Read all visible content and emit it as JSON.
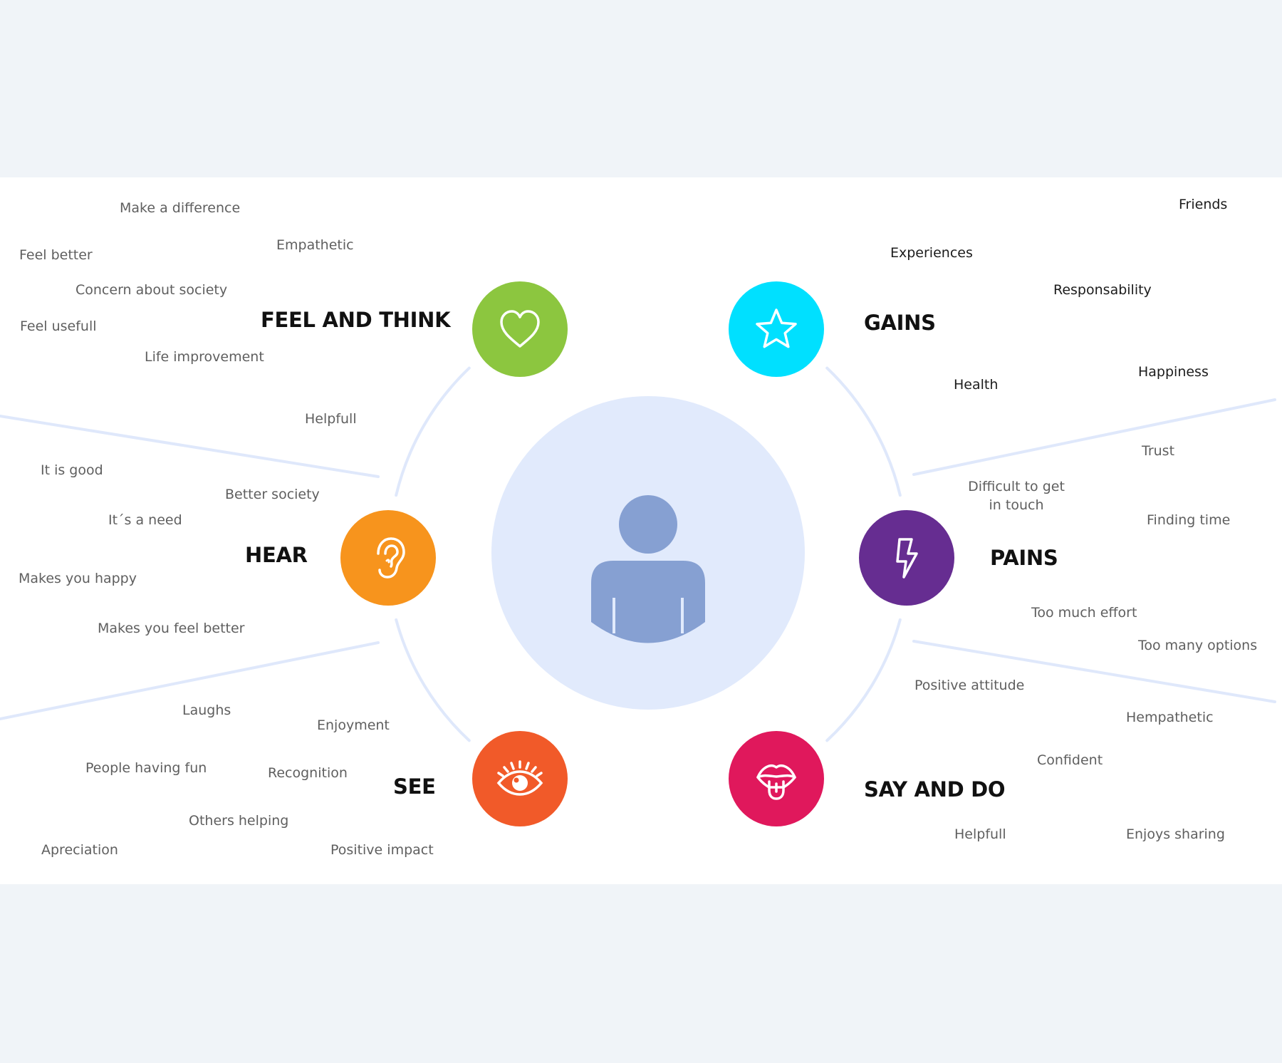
{
  "colors": {
    "background": "#f0f4f8",
    "panel": "#ffffff",
    "center_circle": "#e1eafc",
    "user_icon": "#86a0d2",
    "connector": "#dfe8fb",
    "feel_and_think": "#8cc63f",
    "gains": "#00e0ff",
    "hear": "#f7941d",
    "pains": "#662d91",
    "see": "#f15a29",
    "say_and_do": "#e0185c"
  },
  "center": {
    "icon": "user-icon"
  },
  "sections": {
    "feel_and_think": {
      "title": "FEEL AND THINK",
      "icon": "heart-icon",
      "items": [
        "Make a difference",
        "Empathetic",
        "Feel better",
        "Concern about society",
        "Feel usefull",
        "Life improvement",
        "Helpfull"
      ]
    },
    "gains": {
      "title": "GAINS",
      "icon": "star-icon",
      "items": [
        "Friends",
        "Experiences",
        "Responsability",
        "Health",
        "Happiness"
      ]
    },
    "hear": {
      "title": "HEAR",
      "icon": "ear-icon",
      "items": [
        "It is good",
        "Better society",
        "It´s a need",
        "Makes you happy",
        "Makes you feel better"
      ]
    },
    "pains": {
      "title": "PAINS",
      "icon": "lightning-icon",
      "items": [
        "Trust",
        "Difficult to get\nin touch",
        "Finding time",
        "Too much effort",
        "Too many options"
      ]
    },
    "see": {
      "title": "SEE",
      "icon": "eye-icon",
      "items": [
        "Laughs",
        "Enjoyment",
        "People having fun",
        "Recognition",
        "Others helping",
        "Apreciation",
        "Positive impact"
      ]
    },
    "say_and_do": {
      "title": "SAY AND DO",
      "icon": "tongue-icon",
      "items": [
        "Positive attitude",
        "Hempathetic",
        "Confident",
        "Helpfull",
        "Enjoys sharing"
      ]
    }
  }
}
